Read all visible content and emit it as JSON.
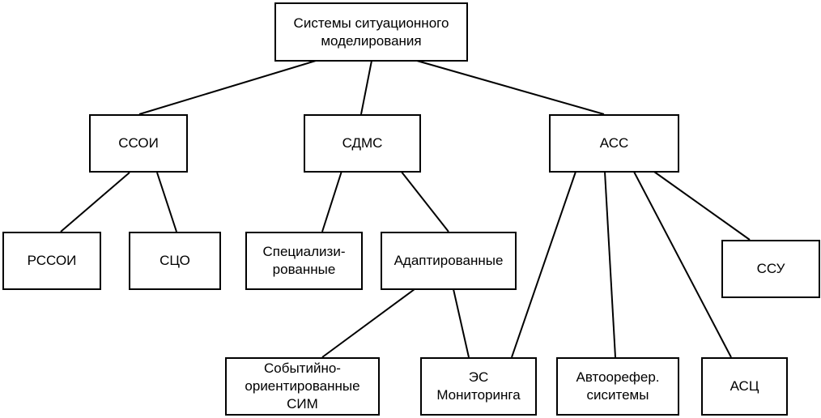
{
  "diagram": {
    "root": {
      "label": "Системы ситуационного\nмоделирования"
    },
    "level1": [
      {
        "label": "ССОИ"
      },
      {
        "label": "СДМС"
      },
      {
        "label": "АСС"
      }
    ],
    "level2": [
      {
        "label": "РССОИ"
      },
      {
        "label": "СЦО"
      },
      {
        "label": "Специализи-\nрованные"
      },
      {
        "label": "Адаптированные"
      },
      {
        "label": "ССУ"
      }
    ],
    "level3": [
      {
        "label": "Событийно-\nориентированные\nСИМ"
      },
      {
        "label": "ЭС\nМониторинга"
      },
      {
        "label": "Автоорефер.\nсиситемы"
      },
      {
        "label": "АСЦ"
      }
    ],
    "edges": [
      [
        "root",
        "ssoi"
      ],
      [
        "root",
        "sdms"
      ],
      [
        "root",
        "ass"
      ],
      [
        "ssoi",
        "rssoi"
      ],
      [
        "ssoi",
        "sco"
      ],
      [
        "sdms",
        "spec"
      ],
      [
        "sdms",
        "adapt"
      ],
      [
        "adapt",
        "sobyt"
      ],
      [
        "adapt",
        "es"
      ],
      [
        "ass",
        "es"
      ],
      [
        "ass",
        "avto"
      ],
      [
        "ass",
        "asc"
      ],
      [
        "ass",
        "ssu"
      ]
    ]
  }
}
